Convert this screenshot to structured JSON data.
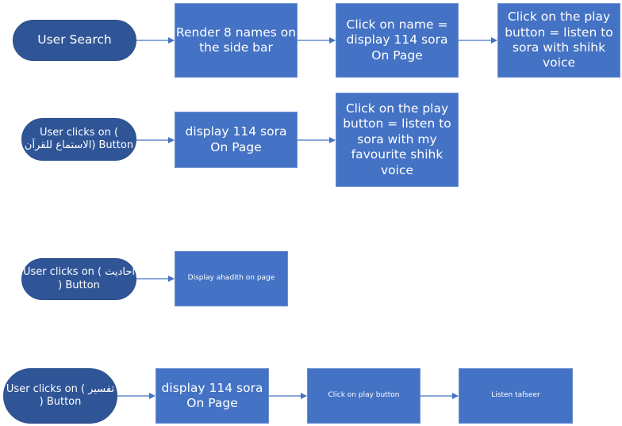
{
  "flows": [
    {
      "start": "User Search",
      "steps": [
        "Render 8 names on the side bar",
        "Click on name = display 114 sora On Page",
        "Click on the play button = listen to sora with shihk voice"
      ]
    },
    {
      "start": "User clicks on ( الاستماع للقرآن) Button",
      "steps": [
        "display 114 sora On Page",
        "Click on the play button = listen to sora with my favourite shihk voice"
      ]
    },
    {
      "start": "User clicks on ( احاديث ) Button",
      "steps": [
        "Display ahadith on page"
      ]
    },
    {
      "start": "User clicks on ( تفسير ) Button",
      "steps": [
        "display 114 sora On Page",
        "Click on play button",
        "Listen tafseer"
      ]
    }
  ],
  "colors": {
    "box_fill": "#4472c4",
    "start_fill": "#2f5597",
    "arrow": "#4472c4",
    "text": "#ffffff"
  }
}
